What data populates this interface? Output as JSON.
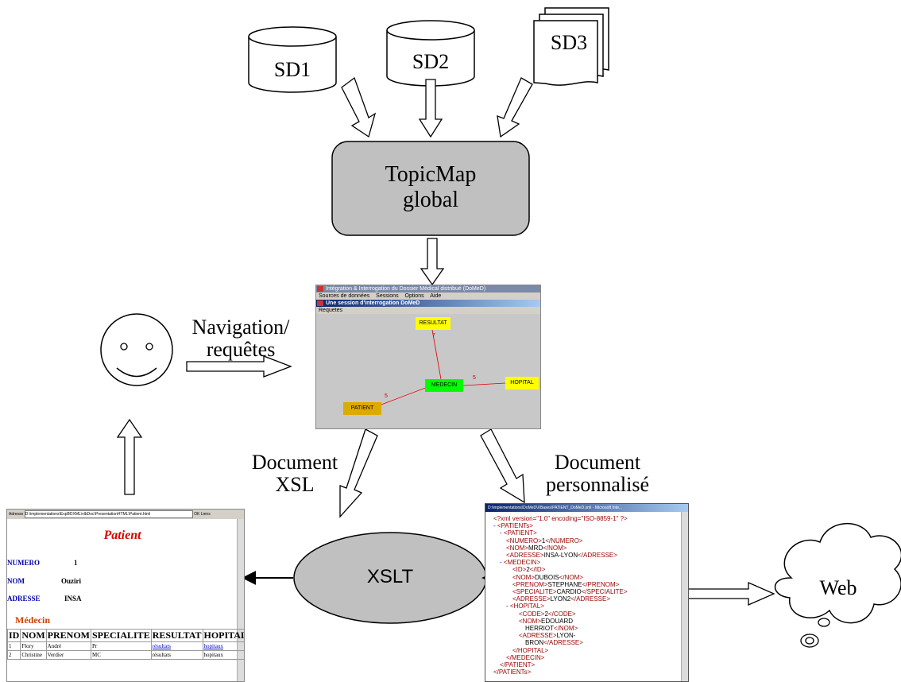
{
  "sources": {
    "sd1": "SD1",
    "sd2": "SD2",
    "sd3": "SD3"
  },
  "topicmap": {
    "line1": "TopicMap",
    "line2": "global"
  },
  "labels": {
    "navigation": "Navigation/",
    "requetes": "requêtes",
    "doc_xsl_1": "Document",
    "doc_xsl_2": "XSL",
    "doc_perso_1": "Document",
    "doc_perso_2": "personnalisé",
    "xslt": "XSLT",
    "web": "Web"
  },
  "app": {
    "title": "Intégration & Interrogation du Dossier Médical distribué (DoMeD)",
    "menu": [
      "Sources de données",
      "Sessions",
      "Options",
      "Aide"
    ],
    "session_title": "Une session d'interrogation DoMeD",
    "requetes": "Requetes",
    "nodes": {
      "resultat": "RESULTAT",
      "medecin": "MEDECIN",
      "hopital": "HOPITAL",
      "patient": "PATIENT"
    },
    "edge_labels": {
      "resultat_medecin": "7",
      "medecin_hopital": "5",
      "patient_medecin": "5"
    },
    "colors": {
      "resultat": "#ffff00",
      "medecin": "#00ff00",
      "hopital": "#ffff00",
      "patient": "#ddaa00",
      "edge": "#dd0000"
    }
  },
  "patient_page": {
    "address_label": "Adresse",
    "address": "D:\\implementations\\ExpBDXML\\vlbDoc\\PresentationHTML\\Patient.html",
    "ok": "OK",
    "liens": "Liens",
    "title": "Patient",
    "fields": [
      {
        "label": "NUMERO",
        "value": "1"
      },
      {
        "label": "NOM",
        "value": "Ouziri"
      },
      {
        "label": "ADRESSE",
        "value": "INSA"
      }
    ],
    "section": "Médecin",
    "table": {
      "headers": [
        "ID",
        "NOM",
        "PRENOM",
        "SPECIALITE",
        "RESULTAT",
        "HOPITAL"
      ],
      "rows": [
        [
          "1",
          "Flory",
          "André",
          "Pr",
          "résultats",
          "hopitaux"
        ],
        [
          "2",
          "Christine",
          "Verdier",
          "MC",
          "résultats",
          "hopitaux"
        ]
      ]
    }
  },
  "xml_page": {
    "title": "D:\\implementations\\DoMeD\\XBases\\PATIENT_DoMeD.xml - Microsoft Inte...",
    "lines": [
      {
        "indent": 0,
        "text": "<?xml version=\"1.0\" encoding=\"ISO-8859-1\" ?>"
      },
      {
        "indent": 0,
        "text": "- <PATIENTs>"
      },
      {
        "indent": 1,
        "text": "- <PATIENT>"
      },
      {
        "indent": 2,
        "text": "<NUMERO>1</NUMERO>"
      },
      {
        "indent": 2,
        "text": "<NOM>MRD</NOM>"
      },
      {
        "indent": 2,
        "text": "<ADRESSE>INSA-LYON</ADRESSE>"
      },
      {
        "indent": 1,
        "text": "- <MEDECIN>"
      },
      {
        "indent": 3,
        "text": "<ID>2</ID>"
      },
      {
        "indent": 3,
        "text": "<NOM>DUBOIS</NOM>"
      },
      {
        "indent": 3,
        "text": "<PRENOM>STEPHANE</PRENOM>"
      },
      {
        "indent": 3,
        "text": "<SPECIALITE>CARDIO</SPECIALITE>"
      },
      {
        "indent": 3,
        "text": "<ADRESSE>LYON2</ADRESSE>"
      },
      {
        "indent": 2,
        "text": "- <HOPITAL>"
      },
      {
        "indent": 4,
        "text": "<CODE>2</CODE>"
      },
      {
        "indent": 4,
        "text": "<NOM>EDOUARD"
      },
      {
        "indent": 5,
        "text": "HERRIOT</NOM>"
      },
      {
        "indent": 4,
        "text": "<ADRESSE>LYON-"
      },
      {
        "indent": 5,
        "text": "BRON</ADRESSE>"
      },
      {
        "indent": 3,
        "text": "</HOPITAL>"
      },
      {
        "indent": 2,
        "text": "</MEDECIN>"
      },
      {
        "indent": 1,
        "text": "</PATIENT>"
      },
      {
        "indent": 0,
        "text": "</PATIENTs>"
      }
    ]
  }
}
